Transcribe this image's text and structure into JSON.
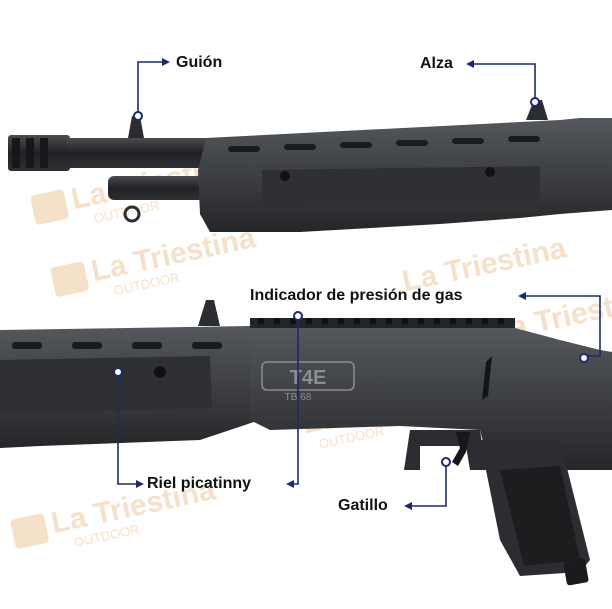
{
  "callouts": {
    "guion": "Guión",
    "alza": "Alza",
    "indicador": "Indicador de presión de gas",
    "riel": "Riel picatinny",
    "gatillo": "Gatillo"
  },
  "gun_marking": {
    "logo": "T4E",
    "model": "TB 68"
  },
  "watermark": {
    "brand": "La Triestina",
    "sub": "OUTDOOR"
  },
  "colors": {
    "leader_line": "#1c2a6e",
    "gun_body": "#3d3f42",
    "barrel": "#2b2d30",
    "watermark": "#e9b98a"
  }
}
